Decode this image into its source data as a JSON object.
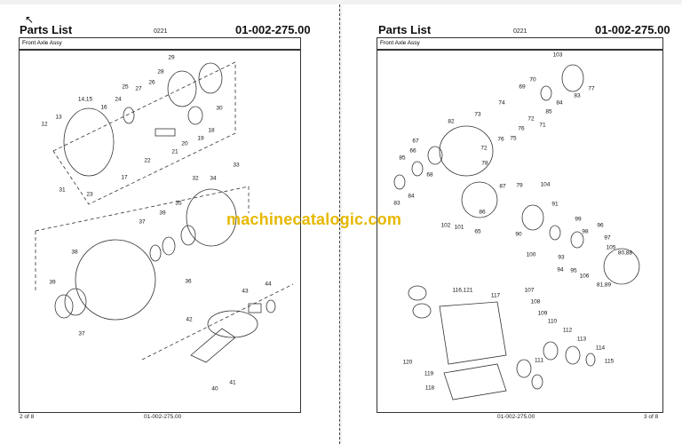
{
  "left_page": {
    "title": "Parts List",
    "code": "0221",
    "doc_number": "01-002-275.00",
    "subtitle": "Front Axle Assy",
    "footer_page": "2 of 8",
    "footer_doc": "01-002-275.00",
    "callouts": [
      "29",
      "28",
      "25",
      "27",
      "26",
      "24",
      "16",
      "14,15",
      "13",
      "12",
      "30",
      "18",
      "19",
      "20",
      "21",
      "22",
      "17",
      "31",
      "23",
      "33",
      "32",
      "34",
      "35",
      "39",
      "37",
      "38",
      "36",
      "39",
      "37",
      "43",
      "44",
      "42",
      "41",
      "40"
    ]
  },
  "right_page": {
    "title": "Parts List",
    "code": "0221",
    "doc_number": "01-002-275.00",
    "subtitle": "Front Axle Assy",
    "footer_page": "3 of 8",
    "footer_doc": "01-002-275.00",
    "callouts": [
      "103",
      "70",
      "69",
      "77",
      "83",
      "84",
      "74",
      "85",
      "73",
      "72",
      "71",
      "82",
      "76",
      "75",
      "76",
      "67",
      "66",
      "72",
      "78",
      "85",
      "68",
      "83",
      "84",
      "87",
      "79",
      "104",
      "86",
      "91",
      "102",
      "101",
      "65",
      "99",
      "90",
      "96",
      "98",
      "97",
      "100",
      "93",
      "105",
      "80,88",
      "94",
      "95",
      "106",
      "81,89",
      "107",
      "116,121",
      "117",
      "108",
      "109",
      "110",
      "112",
      "113",
      "114",
      "111",
      "120",
      "115",
      "119",
      "118"
    ]
  },
  "watermark": "machinecatalogic.com",
  "colors": {
    "watermark": "#e6b800",
    "line": "#333333"
  }
}
